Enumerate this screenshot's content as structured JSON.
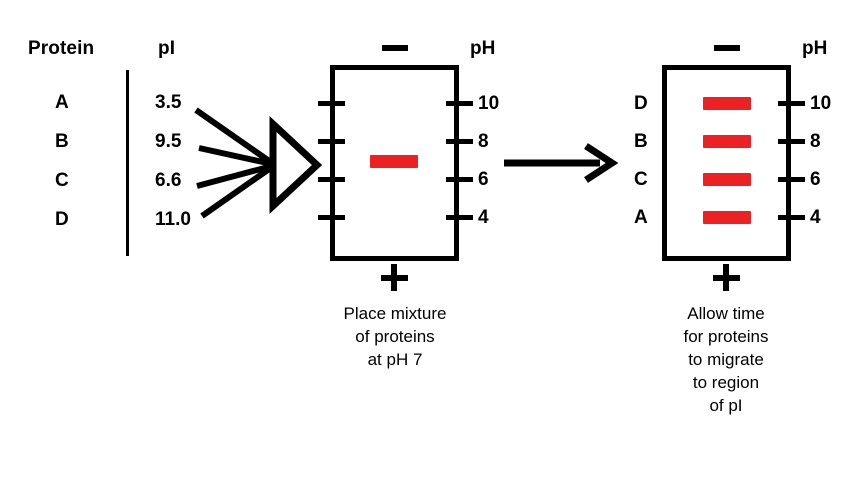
{
  "colors": {
    "band_red": "#ED2024",
    "ink": "#000000",
    "background": "#FFFFFF"
  },
  "table": {
    "header_protein": "Protein",
    "header_pi": "pI",
    "rows": [
      {
        "protein": "A",
        "pi": "3.5"
      },
      {
        "protein": "B",
        "pi": "9.5"
      },
      {
        "protein": "C",
        "pi": "6.6"
      },
      {
        "protein": "D",
        "pi": "11.0"
      }
    ]
  },
  "gel_start": {
    "cathode_sign": "–",
    "anode_sign": "+",
    "ph_axis_title": "pH",
    "ph_ticks": [
      "10",
      "8",
      "6",
      "4"
    ],
    "bands": [
      {
        "label": "mixture",
        "ph_position": "7"
      }
    ],
    "caption": "Place mixture\nof proteins\nat pH 7"
  },
  "gel_result": {
    "cathode_sign": "–",
    "anode_sign": "+",
    "ph_axis_title": "pH",
    "ph_ticks": [
      "10",
      "8",
      "6",
      "4"
    ],
    "bands": [
      {
        "protein": "D",
        "ph_position": "10"
      },
      {
        "protein": "B",
        "ph_position": "8"
      },
      {
        "protein": "C",
        "ph_position": "6"
      },
      {
        "protein": "A",
        "ph_position": "4"
      }
    ],
    "caption": "Allow time\nfor proteins\nto migrate\nto region\nof pI"
  },
  "icons": {
    "funnel": "funnel-triangle-icon",
    "arrow": "right-arrow-icon"
  }
}
